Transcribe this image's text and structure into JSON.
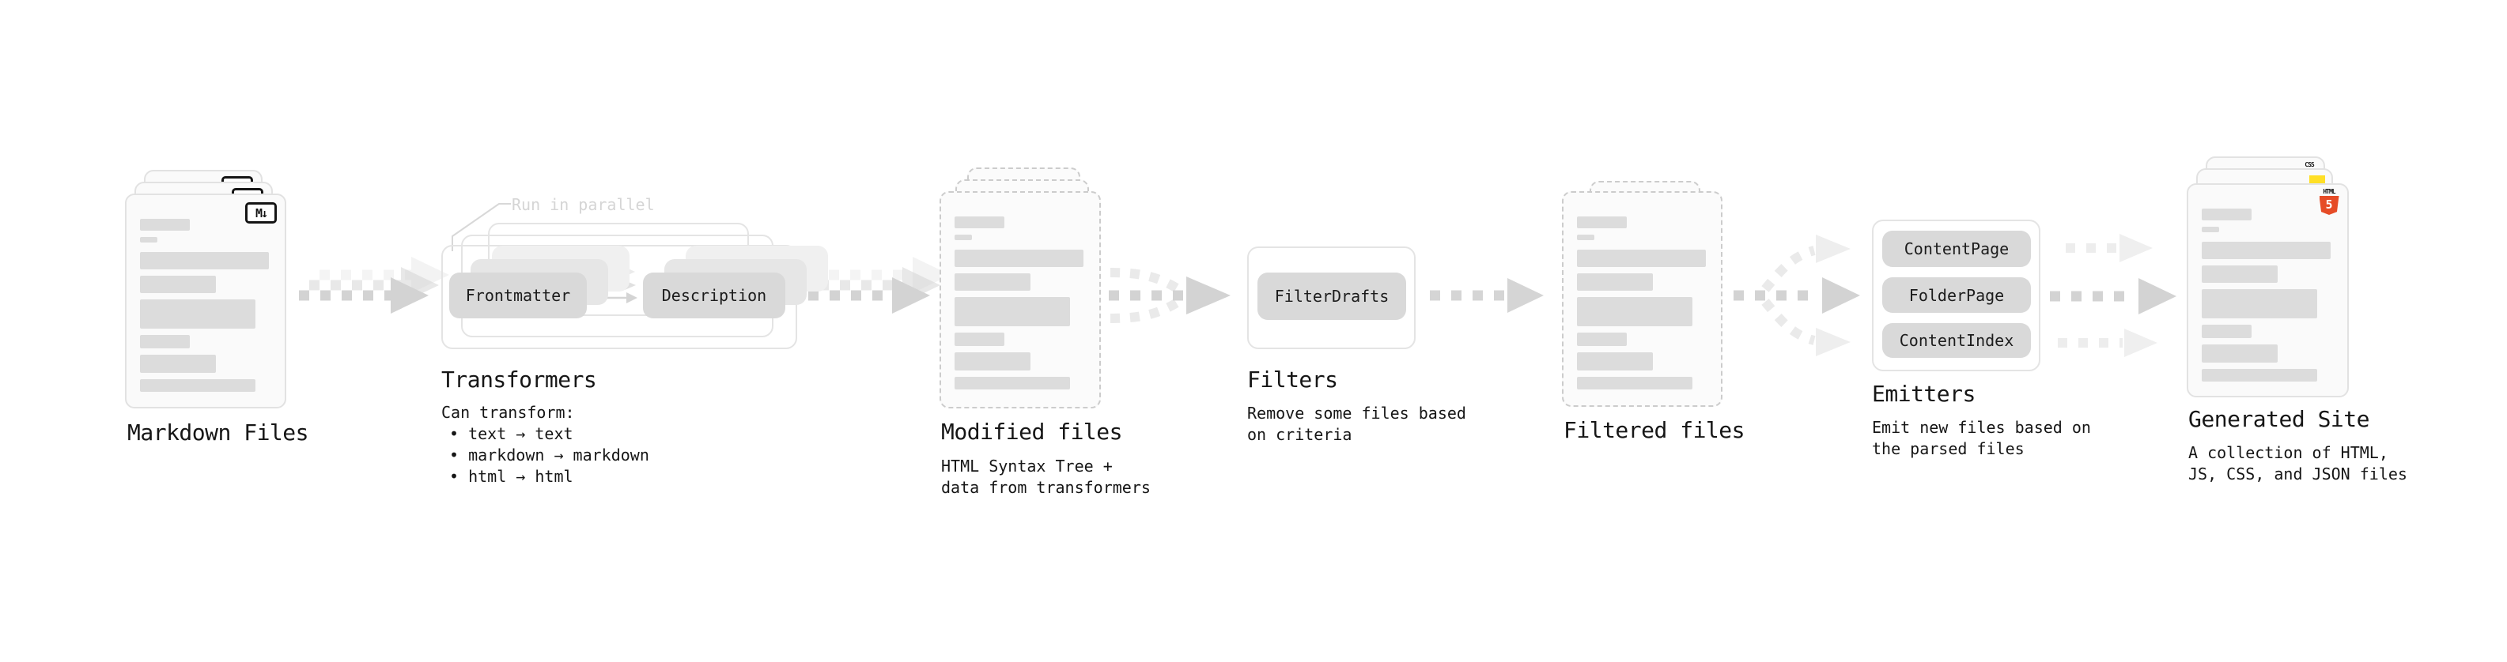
{
  "stages": {
    "markdown_files": {
      "label": "Markdown Files",
      "icon_label": "M↓"
    },
    "transformers": {
      "label": "Transformers",
      "annotation": "Run in parallel",
      "pill_left": "Frontmatter",
      "pill_right": "Description",
      "description": "Can transform:",
      "bullets": [
        "• text → text",
        "• markdown → markdown",
        "• html → html"
      ]
    },
    "modified_files": {
      "label": "Modified files",
      "description_lines": [
        "HTML Syntax Tree +",
        "data from transformers"
      ]
    },
    "filters": {
      "label": "Filters",
      "pill": "FilterDrafts",
      "description_lines": [
        "Remove some files based",
        "on criteria"
      ]
    },
    "filtered_files": {
      "label": "Filtered files"
    },
    "emitters": {
      "label": "Emitters",
      "pills": [
        "ContentPage",
        "FolderPage",
        "ContentIndex"
      ],
      "description_lines": [
        "Emit new files based on",
        "the parsed files"
      ]
    },
    "generated_site": {
      "label": "Generated Site",
      "description_lines": [
        "A collection of HTML,",
        "JS, CSS, and JSON files"
      ],
      "badges": {
        "html_top": "HTML",
        "html_number": "5",
        "css": "CSS"
      }
    }
  },
  "colors": {
    "html5_orange": "#e64c27",
    "js_yellow": "#ffdf26",
    "css_blue": "#2b6cd9",
    "arrow_gray": "#d3d3d3",
    "text_black": "#161616"
  }
}
